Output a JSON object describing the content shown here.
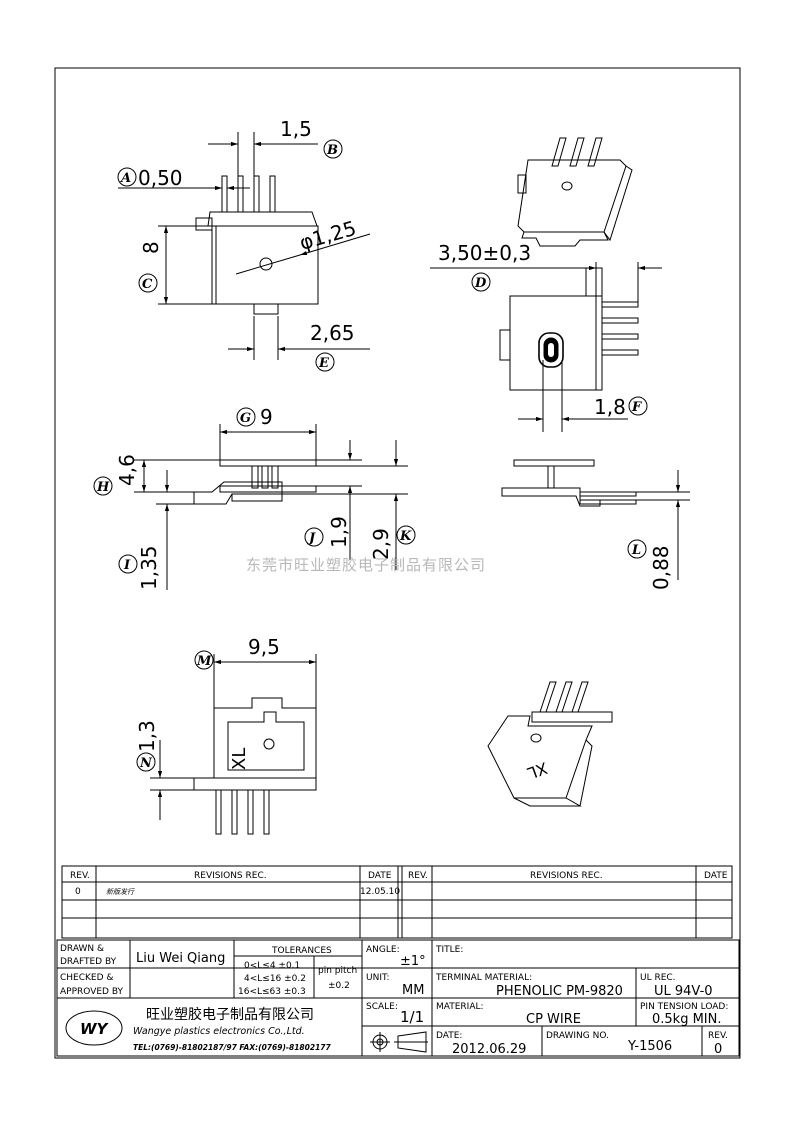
{
  "dimensions": [
    {
      "label": "A",
      "value": "0,50"
    },
    {
      "label": "B",
      "value": "1,5"
    },
    {
      "label": "C",
      "value": "8"
    },
    {
      "label": "",
      "value": "φ1,25"
    },
    {
      "label": "E",
      "value": "2,65"
    },
    {
      "label": "D",
      "value": "3,50±0,3"
    },
    {
      "label": "F",
      "value": "1,8"
    },
    {
      "label": "G",
      "value": "9"
    },
    {
      "label": "H",
      "value": "4,6"
    },
    {
      "label": "I",
      "value": "1,35"
    },
    {
      "label": "J",
      "value": "1,9"
    },
    {
      "label": "K",
      "value": "2,9"
    },
    {
      "label": "L",
      "value": "0,88"
    },
    {
      "label": "M",
      "value": "9,5"
    },
    {
      "label": "N",
      "value": "1,3"
    }
  ],
  "part_marking": "XL",
  "watermark": "东莞市旺业塑胶电子制品有限公司",
  "revisions": {
    "headers": {
      "rev": "REV.",
      "rec": "REVISIONS   REC.",
      "date": "DATE"
    },
    "rows": [
      {
        "rev": "0",
        "rec": "新版发行",
        "date": "12.05.10"
      }
    ]
  },
  "title_block": {
    "drawn_label": "DRAWN &",
    "drafted_label": "DRAFTED BY",
    "drawn_by": "Liu Wei Qiang",
    "checked_label": "CHECKED &",
    "approved_label": "APPROVED BY",
    "tolerances_label": "TOLERANCES",
    "tol_1": "0<L≤4   ±0.1",
    "tol_2": "4<L≤16  ±0.2",
    "tol_3": "16<L≤63  ±0.3",
    "pin_pitch_label": "pin pitch",
    "pin_pitch_value": "±0.2",
    "angle_label": "ANGLE:",
    "angle_value": "±1°",
    "unit_label": "UNIT:",
    "unit_value": "MM",
    "scale_label": "SCALE:",
    "scale_value": "1/1",
    "title_label": "TITLE:",
    "terminal_material_label": "TERMINAL MATERIAL:",
    "terminal_material": "PHENOLIC PM-9820",
    "ul_rec_label": "UL REC.",
    "ul_rec": "UL 94V-0",
    "material_label": "MATERIAL:",
    "material": "CP WIRE",
    "pin_tension_label": "PIN TENSION LOAD:",
    "pin_tension": "0.5kg MIN.",
    "date_label": "DATE:",
    "date": "2012.06.29",
    "drawing_no_label": "DRAWING NO.",
    "drawing_no": "Y-1506",
    "rev_label": "REV.",
    "rev": "0",
    "company_cn": "旺业塑胶电子制品有限公司",
    "company_en": "Wangye plastics electronics Co.,Ltd.",
    "contact": "TEL:(0769)-81802187/97  FAX:(0769)-81802177",
    "logo_text": "WY"
  }
}
